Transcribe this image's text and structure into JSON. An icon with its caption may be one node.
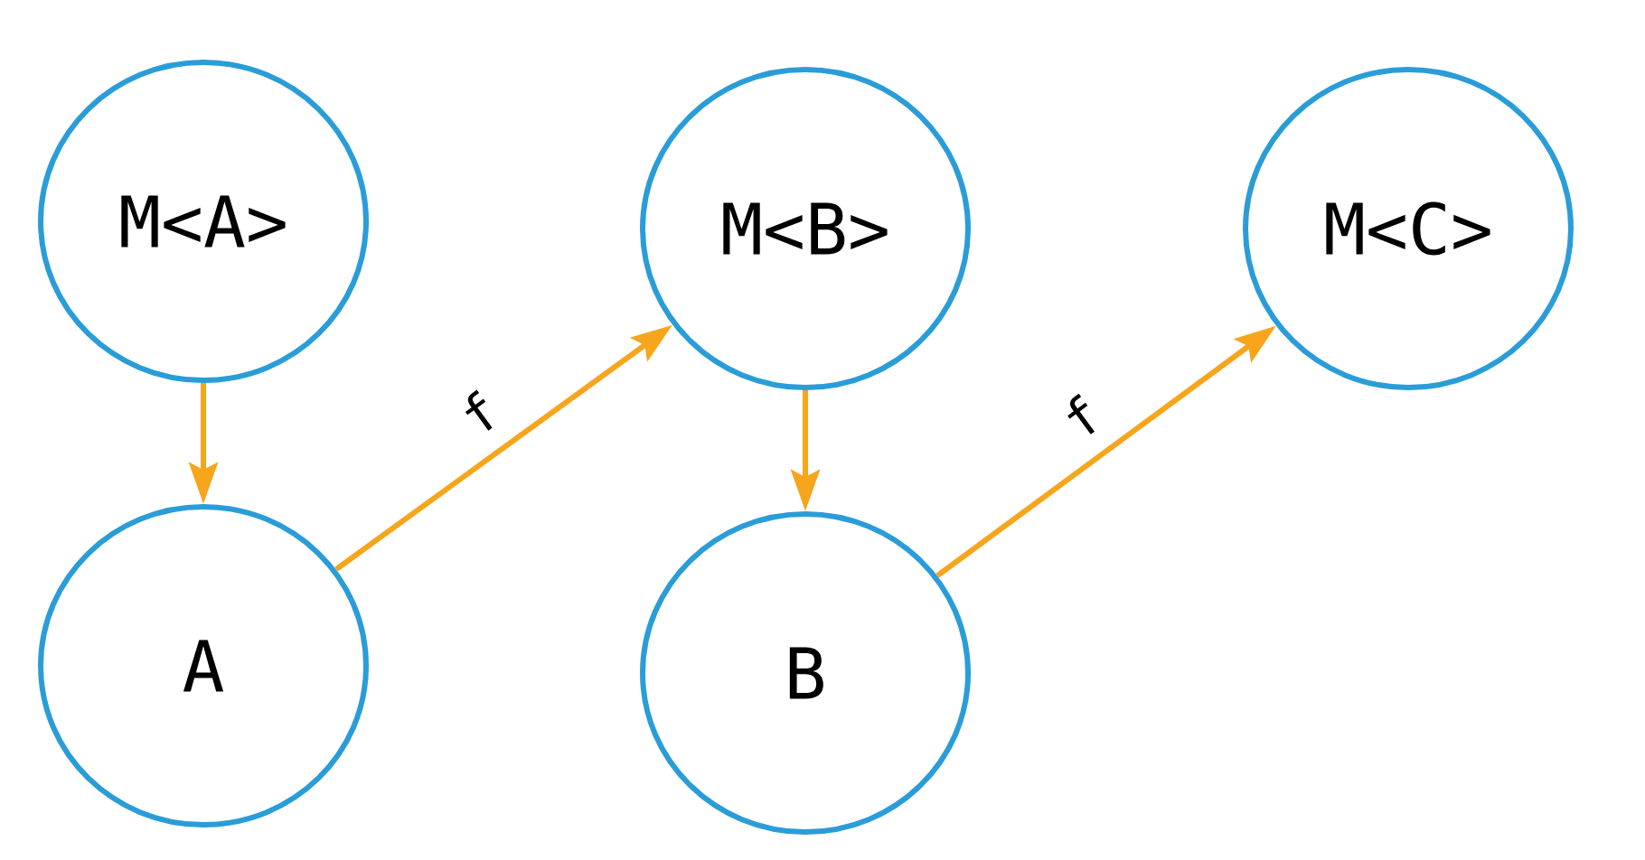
{
  "diagram": {
    "nodes": [
      {
        "text": [
          "M<A>"
        ]
      },
      {
        "text": [
          "A"
        ]
      },
      {
        "text": [
          "M<B>"
        ]
      },
      {
        "text": [
          "B"
        ]
      },
      {
        "text": [
          "M<C>"
        ]
      }
    ],
    "edges": [
      {
        "from": 0,
        "to": 1,
        "arrow": "to"
      },
      {
        "from": 1,
        "to": 2,
        "arrow": "to",
        "label": "f"
      },
      {
        "from": 2,
        "to": 3,
        "arrow": "to"
      },
      {
        "from": 3,
        "to": 4,
        "arrow": "to",
        "label": "f"
      }
    ]
  }
}
